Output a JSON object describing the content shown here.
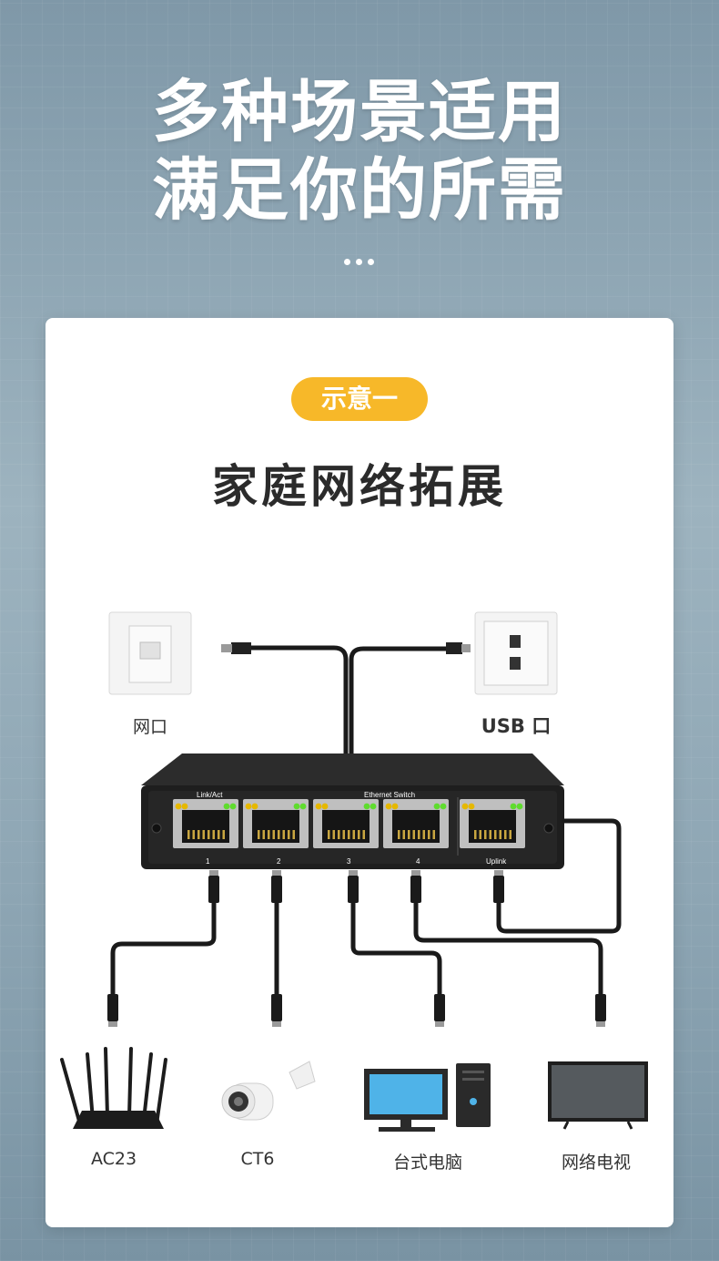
{
  "header": {
    "line1": "多种场景适用",
    "line2": "满足你的所需"
  },
  "card": {
    "badge": "示意一",
    "title": "家庭网络拓展"
  },
  "outlets": {
    "network": "网口",
    "usb": "USB 口"
  },
  "switch": {
    "link_act": "Link/Act",
    "ethernet_switch": "Ethernet Switch",
    "ports": [
      "1",
      "2",
      "3",
      "4"
    ],
    "uplink": "Uplink"
  },
  "devices": [
    {
      "label": "AC23",
      "icon": "router-icon"
    },
    {
      "label": "CT6",
      "icon": "camera-icon"
    },
    {
      "label": "台式电脑",
      "icon": "desktop-pc-icon"
    },
    {
      "label": "网络电视",
      "icon": "tv-icon"
    }
  ],
  "colors": {
    "accent": "#f7b829",
    "led_yellow": "#e6b800",
    "led_green": "#5fdc2e"
  }
}
